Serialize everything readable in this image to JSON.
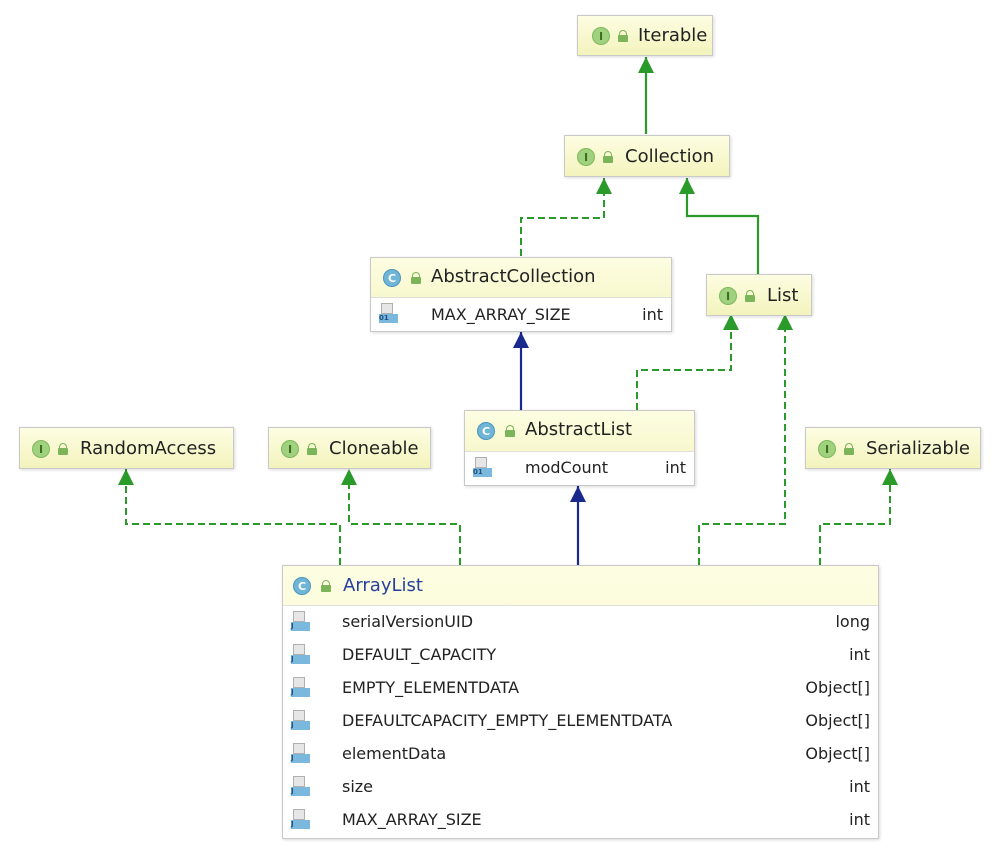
{
  "colors": {
    "realization": "#2a9a2a",
    "generalization_interface": "#2a9a2a",
    "generalization_class": "#1a2a8c"
  },
  "nodes": {
    "iterable": {
      "kind": "I",
      "name": "Iterable"
    },
    "collection": {
      "kind": "I",
      "name": "Collection"
    },
    "abstract_collection": {
      "kind": "C",
      "name": "AbstractCollection",
      "fields": [
        {
          "name": "MAX_ARRAY_SIZE",
          "type": "int",
          "badge": "01"
        }
      ]
    },
    "list": {
      "kind": "I",
      "name": "List"
    },
    "random_access": {
      "kind": "I",
      "name": "RandomAccess"
    },
    "cloneable": {
      "kind": "I",
      "name": "Cloneable"
    },
    "abstract_list": {
      "kind": "C",
      "name": "AbstractList",
      "fields": [
        {
          "name": "modCount",
          "type": "int",
          "badge": "01"
        }
      ]
    },
    "serializable": {
      "kind": "I",
      "name": "Serializable"
    },
    "array_list": {
      "kind": "C",
      "name": "ArrayList",
      "fields": [
        {
          "name": "serialVersionUID",
          "type": "long",
          "badge": "J"
        },
        {
          "name": "DEFAULT_CAPACITY",
          "type": "int",
          "badge": "J"
        },
        {
          "name": "EMPTY_ELEMENTDATA",
          "type": "Object[]",
          "badge": "J"
        },
        {
          "name": "DEFAULTCAPACITY_EMPTY_ELEMENTDATA",
          "type": "Object[]",
          "badge": "J"
        },
        {
          "name": "elementData",
          "type": "Object[]",
          "badge": "J"
        },
        {
          "name": "size",
          "type": "int",
          "badge": "J"
        },
        {
          "name": "MAX_ARRAY_SIZE",
          "type": "int",
          "badge": "J"
        }
      ]
    }
  }
}
